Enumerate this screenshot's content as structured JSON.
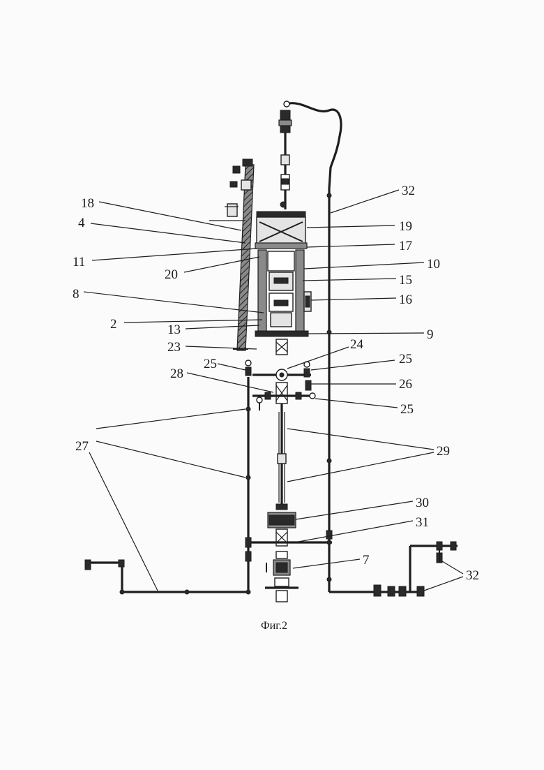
{
  "caption": "Фиг.2",
  "labels": {
    "l18": "18",
    "l4": "4",
    "l11": "11",
    "l20": "20",
    "l8": "8",
    "l2": "2",
    "l13": "13",
    "l23": "23",
    "l25a": "25",
    "l28": "28",
    "l27": "27",
    "l32a": "32",
    "l19": "19",
    "l17": "17",
    "l10": "10",
    "l15": "15",
    "l16": "16",
    "l9": "9",
    "l24": "24",
    "l25b": "25",
    "l26": "26",
    "l25c": "25",
    "l29": "29",
    "l30": "30",
    "l31": "31",
    "l7": "7",
    "l32b": "32"
  }
}
